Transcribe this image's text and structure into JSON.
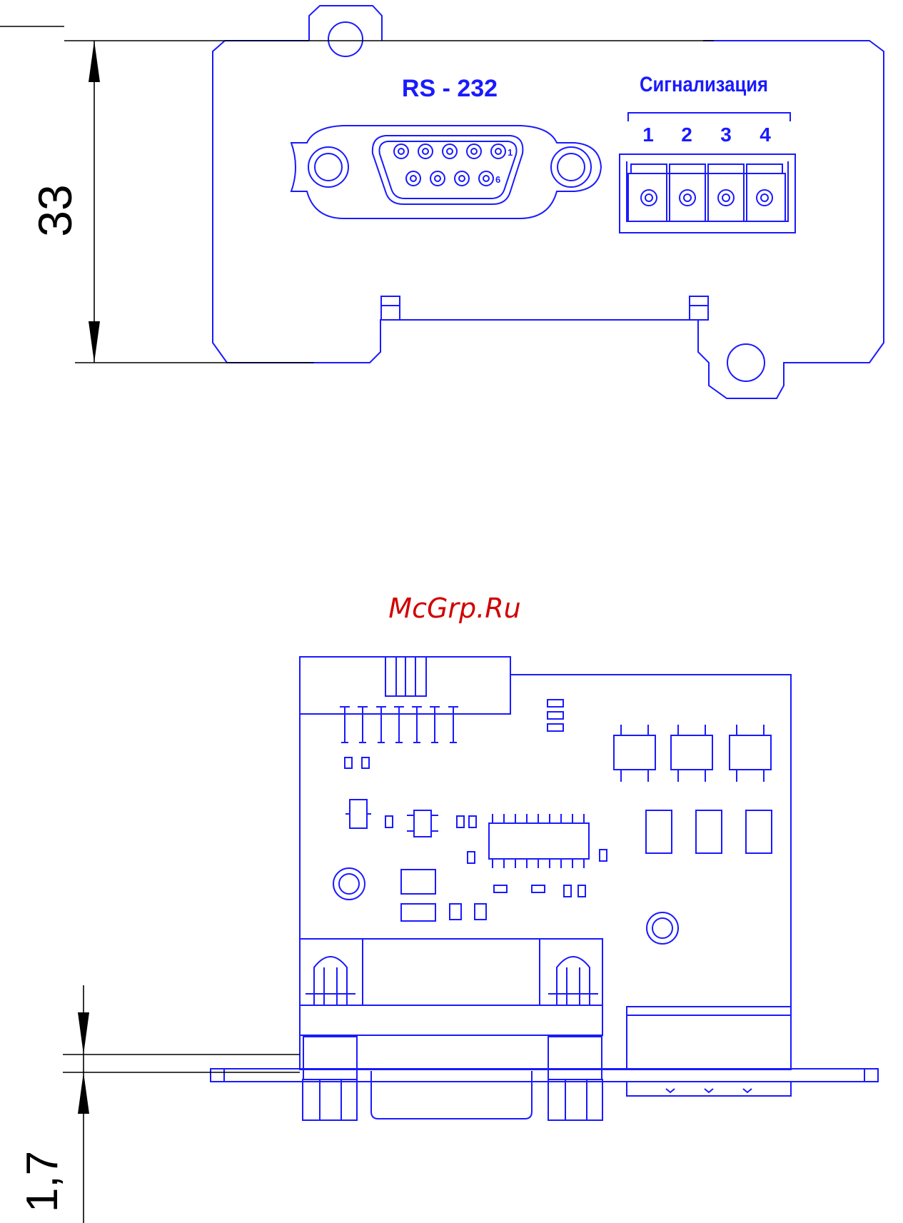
{
  "colors": {
    "line": "#1a1aff",
    "dimension": "#000000",
    "watermark": "#d10000",
    "background": "#ffffff"
  },
  "front_view": {
    "rs232_label": "RS - 232",
    "alarm_label": "Сигнализация",
    "terminal_numbers": [
      "1",
      "2",
      "3",
      "4"
    ],
    "pin_label_1": "1",
    "pin_label_6": "6"
  },
  "dimensions": {
    "height": "33",
    "thickness": "1,7"
  },
  "watermark": "McGrp.Ru"
}
